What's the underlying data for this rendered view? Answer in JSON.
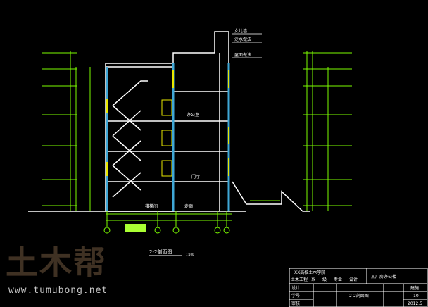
{
  "drawing": {
    "title": "2-2剖面图",
    "scale": "1:100",
    "annotations": [
      "女儿墙",
      "泛水做法",
      "屋面做法"
    ],
    "rooms": [
      "楼梯间",
      "走廊",
      "门厅",
      "办公室"
    ]
  },
  "title_block": {
    "school": "XX高校土木学院",
    "dept": "土木工程",
    "dept_suffix": "系",
    "grade": "级",
    "major_label": "专业",
    "major_value": "设计",
    "project": "某厂房办公楼",
    "row_labels": [
      "设计",
      "学号",
      "审核"
    ],
    "drawing_name": "2-2剖面图",
    "right_values": [
      "建施",
      "10",
      "2012.5"
    ]
  },
  "watermark": {
    "logo": "土木帮",
    "url": "www.tumubong.net"
  },
  "colors": {
    "background": "#000000",
    "structure": "#ffffff",
    "dimension": "#7CFC00",
    "column": "#3fa7d6",
    "wall": "#e8e800"
  }
}
